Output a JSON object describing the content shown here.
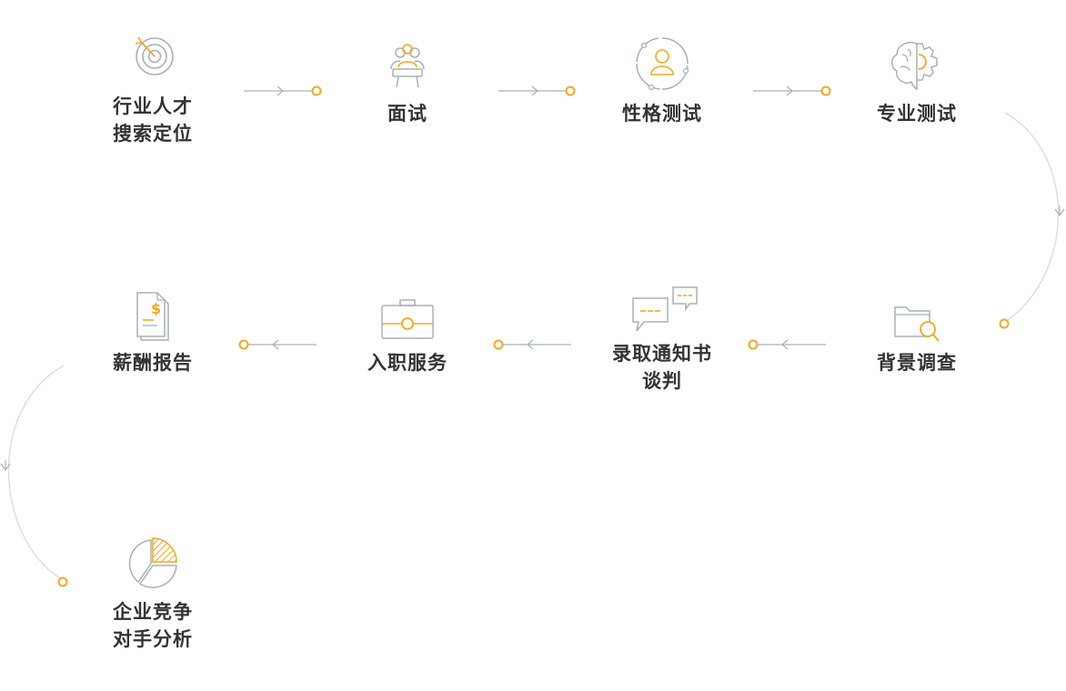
{
  "colors": {
    "accent": "#F2A91F",
    "line": "#A8B0B6",
    "curve": "#DCDEE0",
    "text": "#333333"
  },
  "steps": [
    {
      "id": "talent-search",
      "label": [
        "行业人才",
        "搜索定位"
      ],
      "icon": "target-icon"
    },
    {
      "id": "interview",
      "label": [
        "面试"
      ],
      "icon": "meeting-icon"
    },
    {
      "id": "personality-test",
      "label": [
        "性格测试"
      ],
      "icon": "person-icon"
    },
    {
      "id": "professional-test",
      "label": [
        "专业测试"
      ],
      "icon": "brain-gear-icon"
    },
    {
      "id": "background-check",
      "label": [
        "背景调查"
      ],
      "icon": "folder-search-icon"
    },
    {
      "id": "offer-negotiation",
      "label": [
        "录取通知书",
        "谈判"
      ],
      "icon": "chat-bubbles-icon"
    },
    {
      "id": "onboarding",
      "label": [
        "入职服务"
      ],
      "icon": "briefcase-icon"
    },
    {
      "id": "salary-report",
      "label": [
        "薪酬报告"
      ],
      "icon": "document-dollar-icon"
    },
    {
      "id": "competitor-analysis",
      "label": [
        "企业竞争",
        "对手分析"
      ],
      "icon": "pie-chart-icon"
    }
  ]
}
